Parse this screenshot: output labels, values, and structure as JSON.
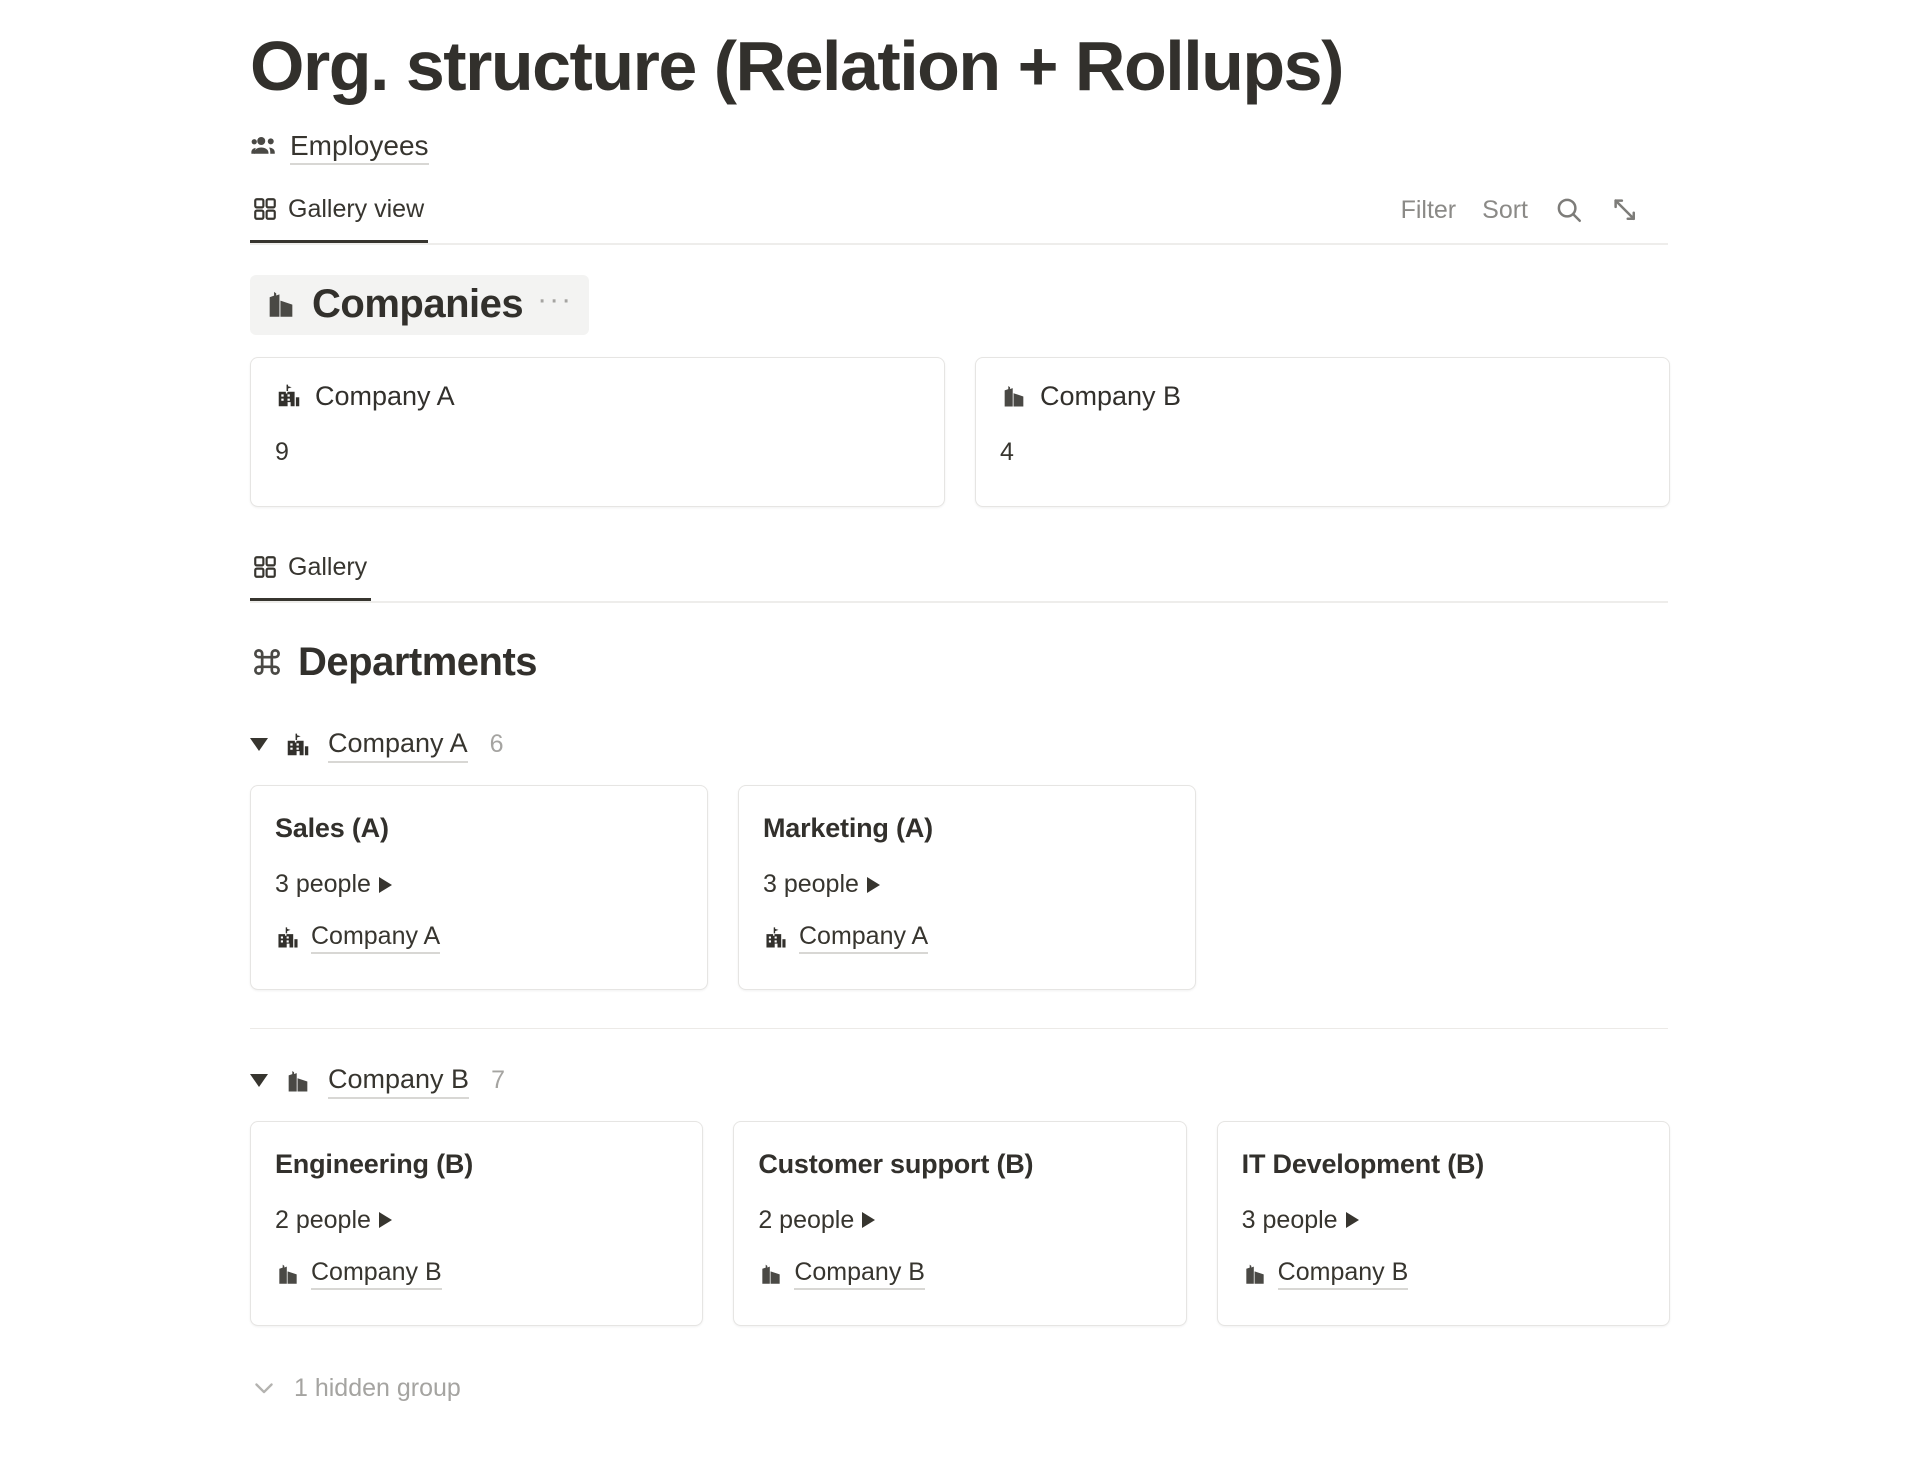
{
  "page": {
    "title": "Org. structure (Relation + Rollups)",
    "source_link": "Employees",
    "source_icon": "people-icon"
  },
  "toolbar": {
    "tabs": [
      {
        "label": "Gallery view",
        "icon": "grid-icon",
        "active": true
      }
    ],
    "filter_label": "Filter",
    "sort_label": "Sort",
    "search_icon": "search-icon",
    "expand_icon": "expand-diagonal-icon"
  },
  "companies_section": {
    "title": "Companies",
    "icon": "city-buildings-icon",
    "menu": "···",
    "cards": [
      {
        "name": "Company A",
        "icon": "school-building-icon",
        "value": "9"
      },
      {
        "name": "Company B",
        "icon": "city-buildings-icon",
        "value": "4"
      }
    ]
  },
  "departments_section": {
    "tab": {
      "label": "Gallery",
      "icon": "grid-icon",
      "active": true
    },
    "title": "Departments",
    "icon": "command-icon",
    "groups": [
      {
        "name": "Company A",
        "icon": "school-building-icon",
        "count": "6",
        "cards": [
          {
            "title": "Sales (A)",
            "rollup": "3 people",
            "relation": "Company A",
            "relation_icon": "school-building-icon"
          },
          {
            "title": "Marketing (A)",
            "rollup": "3 people",
            "relation": "Company A",
            "relation_icon": "school-building-icon"
          }
        ]
      },
      {
        "name": "Company B",
        "icon": "city-buildings-icon",
        "count": "7",
        "cards": [
          {
            "title": "Engineering (B)",
            "rollup": "2 people",
            "relation": "Company B",
            "relation_icon": "city-buildings-icon"
          },
          {
            "title": "Customer support (B)",
            "rollup": "2 people",
            "relation": "Company B",
            "relation_icon": "city-buildings-icon"
          },
          {
            "title": "IT Development (B)",
            "rollup": "3 people",
            "relation": "Company B",
            "relation_icon": "city-buildings-icon"
          }
        ]
      }
    ],
    "hidden_group_label": "1 hidden group"
  },
  "colors": {
    "text": "#37352f",
    "muted": "#a5a4a1",
    "border": "#e6e5e3",
    "highlight": "#f3f3f2"
  }
}
